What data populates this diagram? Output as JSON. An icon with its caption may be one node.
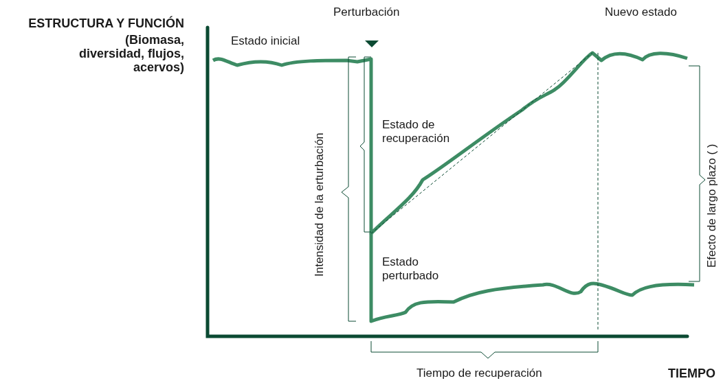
{
  "diagram": {
    "labels": [
      "Perturbación",
      "Nuevo estado",
      "ESTRUCTURA Y FUNCIÓN",
      "(Biomasa, diversidad, flujos, acervos)",
      "Estado inicial",
      "Estado de recuperación",
      "Intensidad de la erturbación",
      "Efecto de largo plazo ( )",
      "Estado perturbado",
      "Tiempo de recuperación",
      "TIEMPO"
    ]
  }
}
